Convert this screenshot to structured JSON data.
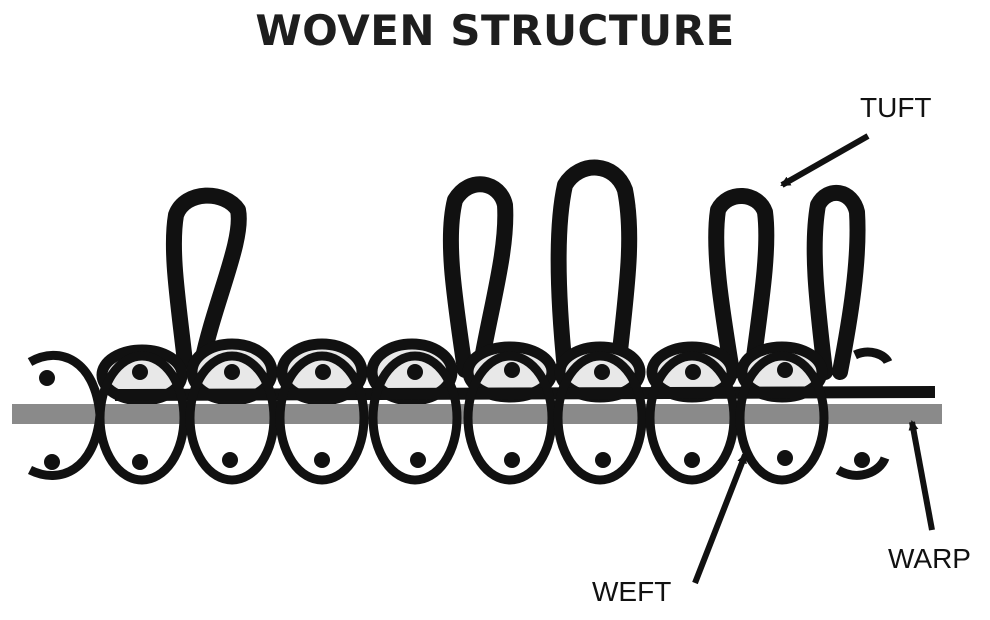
{
  "title": "WOVEN STRUCTURE",
  "labels": {
    "tuft": "TUFT",
    "weft": "WEFT",
    "warp": "WARP"
  },
  "colors": {
    "ink": "#111111",
    "warp_bar": "#8a8a8a",
    "inner_fill": "#e8e8e8"
  }
}
